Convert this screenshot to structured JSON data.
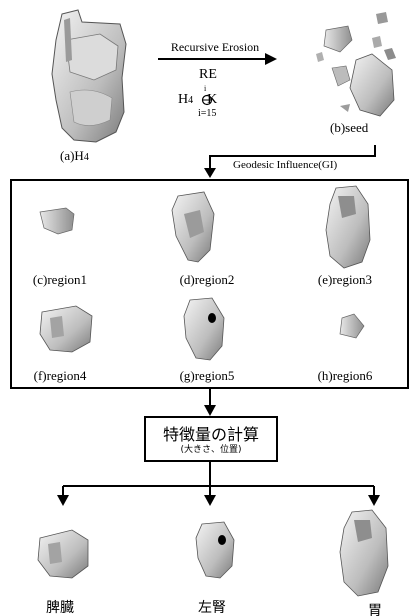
{
  "top": {
    "arrow_label": "Recursive Erosion",
    "re_label": "RE",
    "formula_h": "H",
    "formula_sub": "4",
    "formula_k": "K",
    "formula_i_sup": "i",
    "formula_index": "i=15",
    "label_a": "(a)H",
    "label_a_sub": "4",
    "label_b": "(b)seed"
  },
  "gi_label": "Geodesic Influence(GI)",
  "regions": [
    {
      "label": "(c)region1"
    },
    {
      "label": "(d)region2"
    },
    {
      "label": "(e)region3"
    },
    {
      "label": "(f)region4"
    },
    {
      "label": "(g)region5"
    },
    {
      "label": "(h)region6"
    }
  ],
  "feature_box": {
    "title": "特徴量の計算",
    "subtitle": "(大きさ、位置)"
  },
  "outputs": [
    {
      "label": "脾臓"
    },
    {
      "label": "左腎"
    },
    {
      "label": "胃"
    }
  ]
}
